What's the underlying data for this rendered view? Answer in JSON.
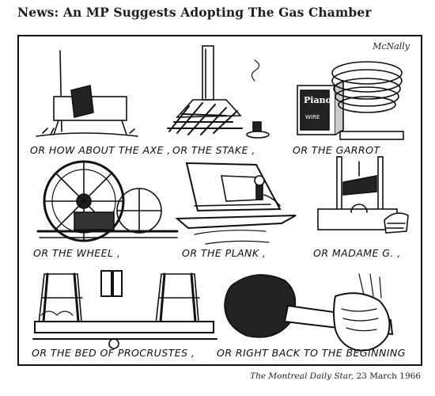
{
  "headline": "News: An MP Suggests Adopting The Gas Chamber",
  "signature": "McNally",
  "captions": {
    "axe": "OR HOW ABOUT THE AXE ,",
    "stake": "OR THE STAKE ,",
    "garrot": "OR THE GARROT",
    "wheel": "OR THE WHEEL ,",
    "plank": "OR THE PLANK ,",
    "madame": "OR MADAME G. ,",
    "procrustes": "OR THE BED OF PROCRUSTES ,",
    "beginning": "OR RIGHT BACK TO THE BEGINNING"
  },
  "box_label": {
    "line1": "Piano",
    "line2": "WIRE"
  },
  "source": {
    "publication": "The Montreal Daily Star,",
    "date": "23 March 1966"
  }
}
